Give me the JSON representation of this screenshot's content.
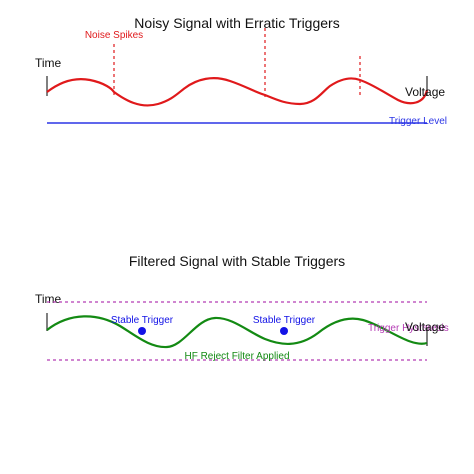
{
  "top_panel": {
    "title": "Noisy Signal with Erratic Triggers",
    "noise_label": "Noise Spikes",
    "time_label": "Time",
    "voltage_label": "Voltage",
    "trigger_level_label": "Trigger Level"
  },
  "bottom_panel": {
    "title": "Filtered Signal with Stable Triggers",
    "time_label": "Time",
    "voltage_label": "Voltage",
    "stable_trigger_label_1": "Stable Trigger",
    "stable_trigger_label_2": "Stable Trigger",
    "hysteresis_label": "Trigger Hysteresis",
    "filter_label": "HF Reject Filter Applied"
  },
  "colors": {
    "noisy_signal": "#e0191b",
    "noise_spike": "#e0191b",
    "trigger_level": "#2b35e6",
    "filtered_signal": "#138a13",
    "trigger_dot": "#1313e6",
    "hysteresis": "#b43cb4",
    "filter_text": "#138a13"
  }
}
